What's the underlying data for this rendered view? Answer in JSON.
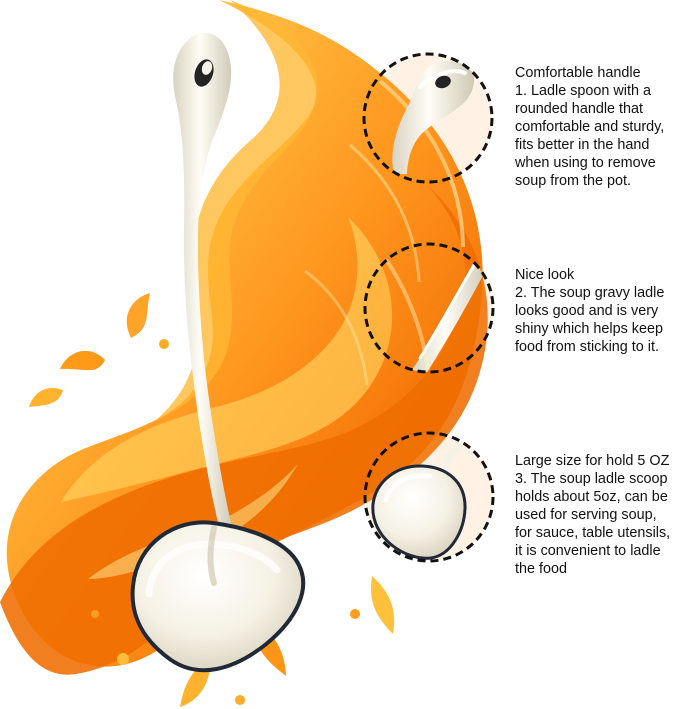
{
  "scene": {
    "subject": "white enamel soup ladle",
    "background": "orange juice splash",
    "colors": {
      "background": "#ffffff",
      "orange_light": "#ffd36a",
      "orange_mid": "#ff9b20",
      "orange_dark": "#f06a00",
      "enamel": "#f6f3e8",
      "enamel_shadow": "#d7d0bb",
      "rim": "#1f2a36",
      "callout_stroke": "#111111"
    },
    "icons": [
      "orange-splash",
      "ladle",
      "magnified-handle",
      "magnified-shiny-stem",
      "magnified-scoop"
    ]
  },
  "features": [
    {
      "title": "Comfortable handle",
      "body": "1. Ladle spoon with a rounded handle that comfortable and sturdy, fits better in the hand when using to remove soup from the pot."
    },
    {
      "title": "Nice look",
      "body": "2. The soup gravy ladle looks good and is very shiny which helps keep food from sticking to it."
    },
    {
      "title": "Large size for hold 5 OZ",
      "body": "3. The soup ladle scoop holds about 5oz, can be used for serving soup, for sauce, table utensils, it is convenient to ladle the food"
    }
  ]
}
